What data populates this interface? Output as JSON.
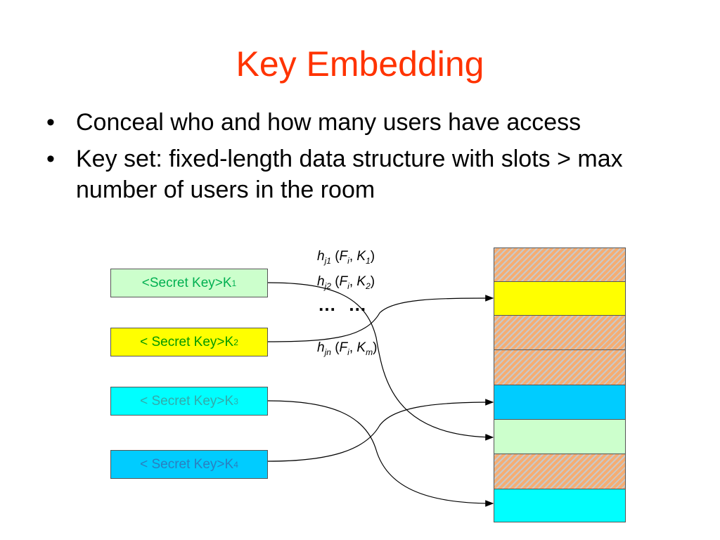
{
  "title": "Key Embedding",
  "bullets": [
    "Conceal who and how many users have access",
    "Key set: fixed-length data structure with slots > max number of users in the room"
  ],
  "bullet_symbol": "•",
  "keys": [
    {
      "label": "<Secret Key>K",
      "sub": "1",
      "bg": "#ccffcc",
      "color": "#00b050"
    },
    {
      "label": "< Secret Key>K",
      "sub": "2",
      "bg": "#ffff00",
      "color": "#009900"
    },
    {
      "label": "< Secret Key>K",
      "sub": "3",
      "bg": "#00ffff",
      "color": "#33aaaa"
    },
    {
      "label": "< Secret Key>K",
      "sub": "4",
      "bg": "#00ccff",
      "color": "#2b7fbf"
    }
  ],
  "hashes": [
    {
      "h": "h",
      "hsub": "j1",
      "f": "F",
      "fsub": "i",
      "k": "K",
      "ksub": "1"
    },
    {
      "h": "h",
      "hsub": "j2",
      "f": "F",
      "fsub": "i",
      "k": "K",
      "ksub": "2"
    },
    {
      "h": "h",
      "hsub": "jn",
      "f": "F",
      "fsub": "i",
      "k": "K",
      "ksub": "m"
    }
  ],
  "ellipsis": "… …",
  "slots": [
    {
      "fill": "hatched"
    },
    {
      "fill": "#ffff00"
    },
    {
      "fill": "hatched"
    },
    {
      "fill": "hatched"
    },
    {
      "fill": "#00ccff"
    },
    {
      "fill": "#ccffcc"
    },
    {
      "fill": "hatched"
    },
    {
      "fill": "#00ffff"
    }
  ],
  "colors": {
    "title": "#ff3300",
    "hatch_base": "#f5ad73",
    "hatch_line": "#c9c9c9"
  }
}
